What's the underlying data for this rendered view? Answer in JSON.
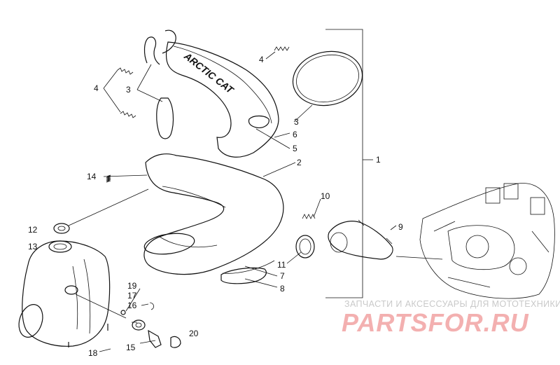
{
  "callouts": [
    {
      "id": "c1",
      "text": "1"
    },
    {
      "id": "c2",
      "text": "2"
    },
    {
      "id": "c3a",
      "text": "3"
    },
    {
      "id": "c3b",
      "text": "3"
    },
    {
      "id": "c4a",
      "text": "4"
    },
    {
      "id": "c4b",
      "text": "4"
    },
    {
      "id": "c5",
      "text": "5"
    },
    {
      "id": "c6",
      "text": "6"
    },
    {
      "id": "c7",
      "text": "7"
    },
    {
      "id": "c8",
      "text": "8"
    },
    {
      "id": "c9",
      "text": "9"
    },
    {
      "id": "c10",
      "text": "10"
    },
    {
      "id": "c11",
      "text": "11"
    },
    {
      "id": "c12",
      "text": "12"
    },
    {
      "id": "c13",
      "text": "13"
    },
    {
      "id": "c14",
      "text": "14"
    },
    {
      "id": "c15",
      "text": "15"
    },
    {
      "id": "c16",
      "text": "16"
    },
    {
      "id": "c17",
      "text": "17"
    },
    {
      "id": "c18",
      "text": "18"
    },
    {
      "id": "c19",
      "text": "19"
    },
    {
      "id": "c20",
      "text": "20"
    }
  ],
  "heat_shield_lettering": "ARCTIC CAT",
  "watermark": {
    "tagline": "ЗАПЧАСТИ И АКСЕССУАРЫ ДЛЯ МОТОТЕХНИКИ",
    "logo": "PARTSFOR.RU",
    "logo_color": "#f3b0b0",
    "tagline_color": "#c9c9c9"
  }
}
